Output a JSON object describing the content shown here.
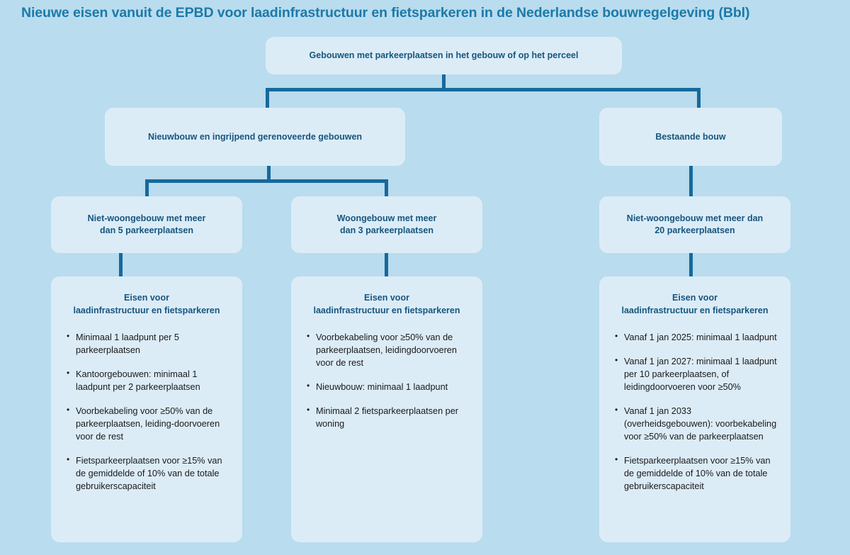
{
  "title": "Nieuwe eisen vanuit de EPBD voor laadinfrastructuur en fietsparkeren in de Nederlandse bouwregelgeving (Bbl)",
  "colors": {
    "background": "#b9dcee",
    "box_fill": "#dcecf7",
    "connector": "#17699c",
    "title_text": "#1b7aa8",
    "heading_text": "#16567f",
    "body_text": "#1a1a1a"
  },
  "nodes": {
    "root": {
      "label": "Gebouwen met parkeerplaatsen in het gebouw of op het perceel"
    },
    "level2": {
      "nieuwbouw": {
        "label": "Nieuwbouw en ingrijpend gerenoveerde gebouwen"
      },
      "bestaande": {
        "label": "Bestaande bouw"
      }
    },
    "level3": {
      "niet_woongebouw_5": {
        "label": "Niet-woongebouw met meer\ndan 5 parkeerplaatsen"
      },
      "woongebouw_3": {
        "label": "Woongebouw met meer\ndan 3 parkeerplaatsen"
      },
      "niet_woongebouw_20": {
        "label": "Niet-woongebouw met meer dan\n20 parkeerplaatsen"
      }
    }
  },
  "requirements": {
    "col1": {
      "heading": "Eisen voor\nlaadinfrastructuur en fietsparkeren",
      "items": [
        "Minimaal 1 laadpunt per 5 parkeerplaatsen",
        "Kantoorgebouwen: minimaal 1 laadpunt per 2 parkeerplaatsen",
        "Voorbekabeling voor ≥50% van de parkeerplaatsen, leiding-doorvoeren voor de rest",
        "Fietsparkeerplaatsen voor ≥15% van de gemiddelde of 10% van de totale gebruikerscapaciteit"
      ]
    },
    "col2": {
      "heading": "Eisen voor\nlaadinfrastructuur en fietsparkeren",
      "items": [
        "Voorbekabeling voor ≥50% van de parkeerplaatsen, leidingdoorvoeren voor de rest",
        "Nieuwbouw: minimaal 1 laadpunt",
        "Minimaal 2 fietsparkeerplaatsen per woning"
      ]
    },
    "col3": {
      "heading": "Eisen voor\nlaadinfrastructuur en fietsparkeren",
      "items": [
        "Vanaf 1 jan 2025: minimaal 1 laadpunt",
        "Vanaf 1 jan 2027: minimaal 1 laadpunt per 10 parkeerplaatsen, of leidingdoorvoeren voor ≥50%",
        "Vanaf 1 jan 2033 (overheidsgebouwen): voorbekabeling voor ≥50% van de parkeerplaatsen",
        "Fietsparkeerplaatsen voor ≥15% van de gemiddelde of 10% van de totale gebruikerscapaciteit"
      ]
    }
  }
}
